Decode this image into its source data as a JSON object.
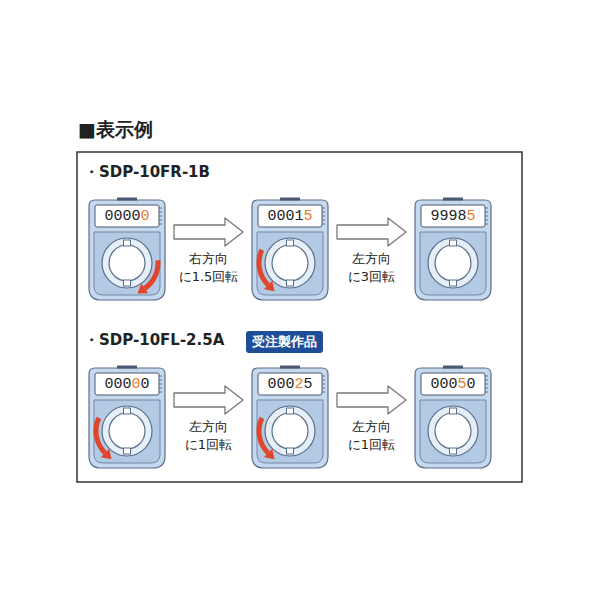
{
  "diagram": {
    "title": "■表示例",
    "nodes": [
      {
        "text": [
          "0000",
          "0"
        ]
      },
      {
        "text": [
          "0001",
          "5"
        ]
      },
      {
        "text": [
          "9998",
          "5"
        ]
      },
      {
        "text": [
          "受注製作品"
        ]
      },
      {
        "text": [
          "000",
          "0",
          "0"
        ]
      },
      {
        "text": [
          "000",
          "2",
          "5"
        ]
      },
      {
        "text": [
          "000",
          "5",
          "0"
        ]
      }
    ],
    "edges": [
      {
        "from": 0,
        "to": 1,
        "arrow": "to",
        "label": "右方向 に1.5回転"
      },
      {
        "from": 1,
        "to": 2,
        "arrow": "to",
        "label": "左方向 に3回転"
      },
      {
        "from": 4,
        "to": 5,
        "arrow": "to",
        "label": "左方向 に1回転"
      },
      {
        "from": 5,
        "to": 6,
        "arrow": "to",
        "label": "左方向 に1回転"
      }
    ],
    "labels": [
      "・SDP-10FR-1B",
      "・SDP-10FL-2.5A"
    ]
  }
}
